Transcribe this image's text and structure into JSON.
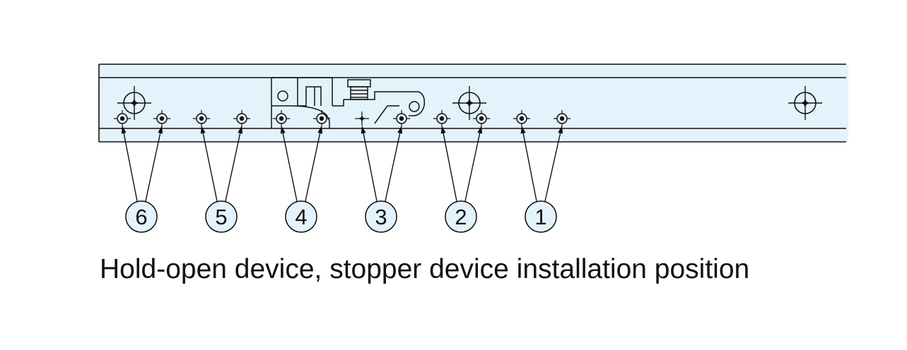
{
  "caption": "Hold-open device, stopper device installation position",
  "positions": [
    {
      "label": "6"
    },
    {
      "label": "5"
    },
    {
      "label": "4"
    },
    {
      "label": "3"
    },
    {
      "label": "2"
    },
    {
      "label": "1"
    }
  ],
  "colors": {
    "rail_fill": "#e3f2fb",
    "line": "#111111"
  }
}
